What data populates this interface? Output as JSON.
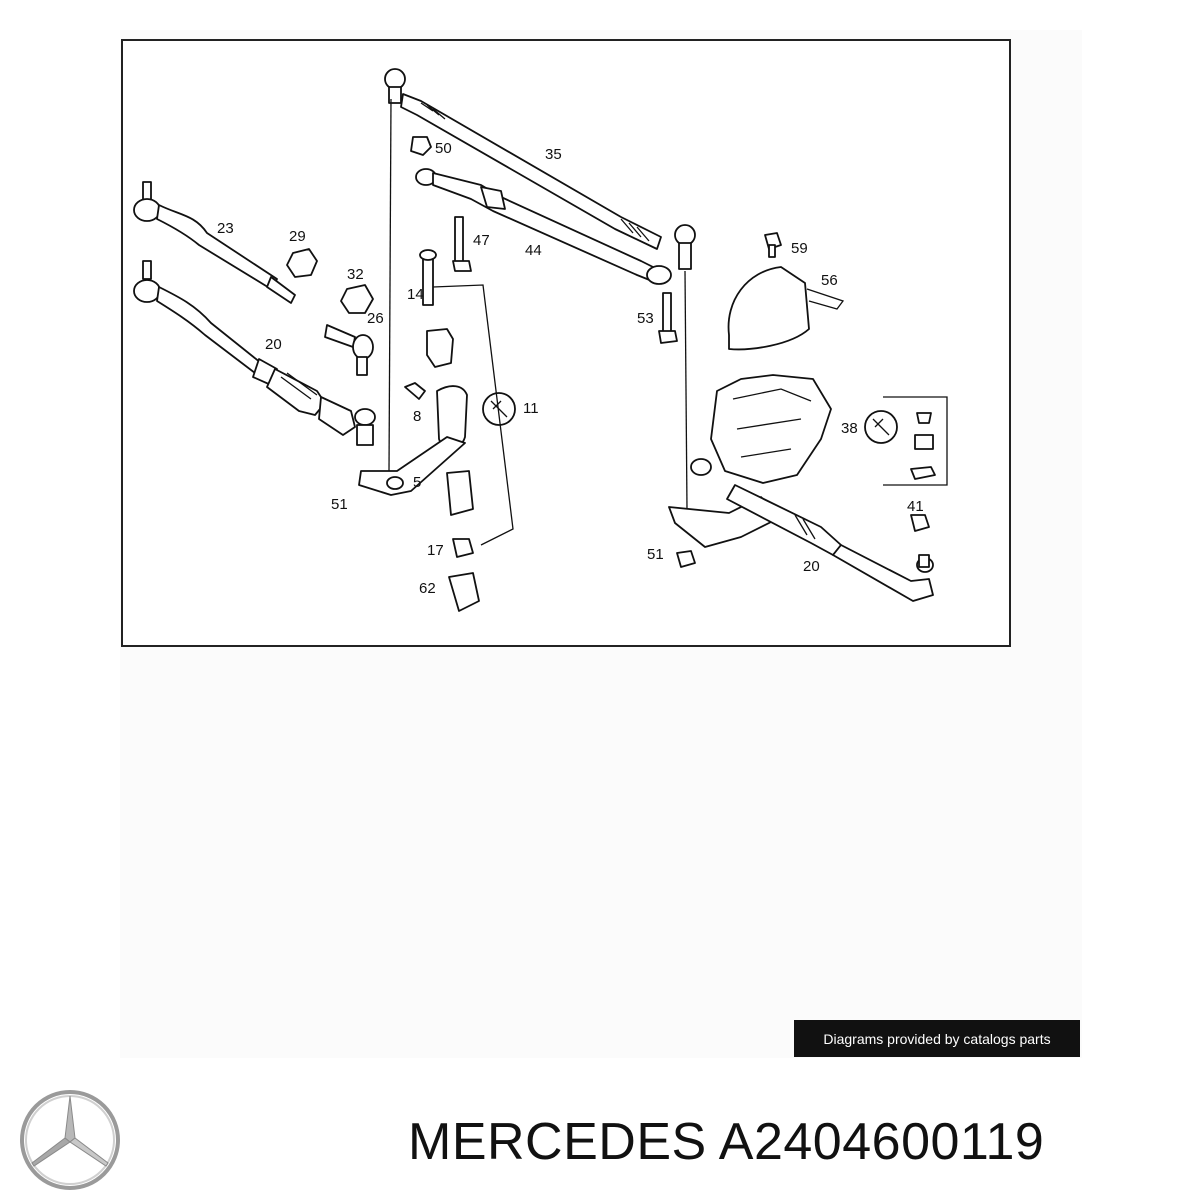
{
  "diagram": {
    "callouts": [
      {
        "id": "c35",
        "text": "35"
      },
      {
        "id": "c50",
        "text": "50"
      },
      {
        "id": "c23",
        "text": "23"
      },
      {
        "id": "c29",
        "text": "29"
      },
      {
        "id": "c47",
        "text": "47"
      },
      {
        "id": "c44",
        "text": "44"
      },
      {
        "id": "c59",
        "text": "59"
      },
      {
        "id": "c32",
        "text": "32"
      },
      {
        "id": "c56",
        "text": "56"
      },
      {
        "id": "c14",
        "text": "14"
      },
      {
        "id": "c26",
        "text": "26"
      },
      {
        "id": "c53",
        "text": "53"
      },
      {
        "id": "c20a",
        "text": "20"
      },
      {
        "id": "c11",
        "text": "11"
      },
      {
        "id": "c8",
        "text": "8"
      },
      {
        "id": "c38",
        "text": "38"
      },
      {
        "id": "c5",
        "text": "5"
      },
      {
        "id": "c51a",
        "text": "51"
      },
      {
        "id": "c41",
        "text": "41"
      },
      {
        "id": "c17",
        "text": "17"
      },
      {
        "id": "c51b",
        "text": "51"
      },
      {
        "id": "c20b",
        "text": "20"
      },
      {
        "id": "c62",
        "text": "62"
      }
    ]
  },
  "credit_label": "Diagrams provided by catalogs parts",
  "caption": "MERCEDES A2404600119",
  "logo_icon": "mercedes-star-icon"
}
